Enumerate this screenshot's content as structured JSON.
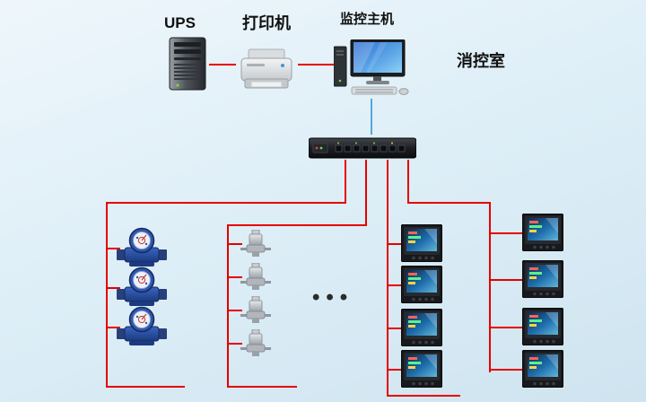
{
  "diagram": {
    "labels": {
      "ups": "UPS",
      "printer": "打印机",
      "host": "监控主机",
      "room": "消控室",
      "ellipsis": "•••"
    },
    "colors": {
      "background_top": "#eef6fb",
      "background_bottom": "#cfe4f0",
      "bus_line_red": "#e60000",
      "uplink_blue": "#58a6d8"
    },
    "devices": {
      "top_row": [
        "ups-tower",
        "laser-printer",
        "monitoring-host-pc"
      ],
      "collector": "rack-switch-data-collector",
      "branch_counts": {
        "water_meters": 3,
        "valve_sensors": 4,
        "panel_meters_column_3": 4,
        "panel_meters_column_4": 4
      }
    }
  }
}
